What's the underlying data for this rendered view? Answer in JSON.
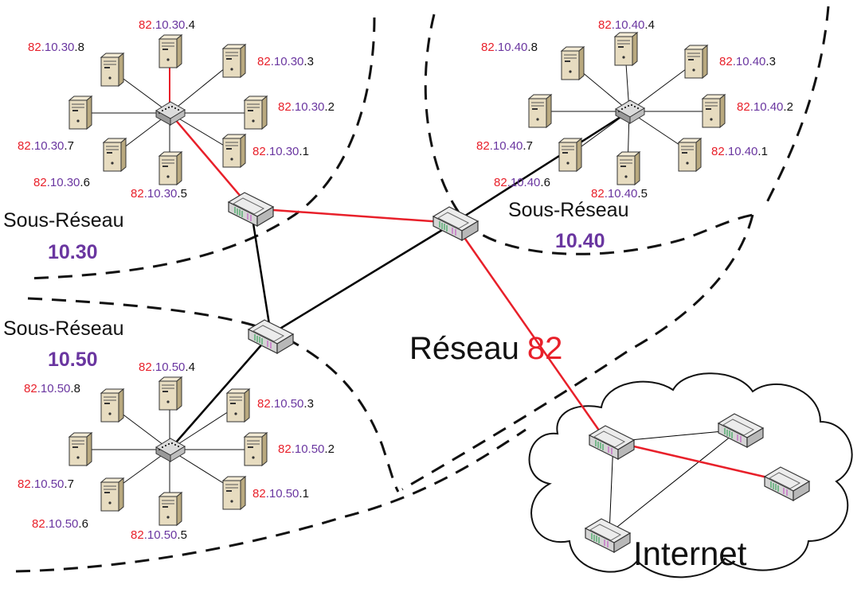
{
  "colors": {
    "network_part": "#e8202a",
    "subnet_part": "#6a36a0",
    "host_part": "#111111",
    "red_link": "#e8202a",
    "black_link": "#000000",
    "server_body": "#e7dcc0",
    "server_side": "#b9a97f"
  },
  "network": {
    "title": "Réseau",
    "number": "82",
    "internet_label": "Internet"
  },
  "subnets": [
    {
      "id": "s30",
      "title": "Sous-Réseau",
      "label": "10.30",
      "hosts": [
        {
          "net": "82",
          "sub": ".10.30",
          "host": ".1"
        },
        {
          "net": "82",
          "sub": ".10.30",
          "host": ".2"
        },
        {
          "net": "82",
          "sub": ".10.30",
          "host": ".3"
        },
        {
          "net": "82",
          "sub": ".10.30",
          "host": ".4"
        },
        {
          "net": "82",
          "sub": ".10.30",
          "host": ".5"
        },
        {
          "net": "82",
          "sub": ".10.30",
          "host": ".6"
        },
        {
          "net": "82",
          "sub": ".10.30",
          "host": ".7"
        },
        {
          "net": "82",
          "sub": ".10.30",
          "host": ".8"
        }
      ]
    },
    {
      "id": "s40",
      "title": "Sous-Réseau",
      "label": "10.40",
      "hosts": [
        {
          "net": "82",
          "sub": ".10.40",
          "host": ".1"
        },
        {
          "net": "82",
          "sub": ".10.40",
          "host": ".2"
        },
        {
          "net": "82",
          "sub": ".10.40",
          "host": ".3"
        },
        {
          "net": "82",
          "sub": ".10.40",
          "host": ".4"
        },
        {
          "net": "82",
          "sub": ".10.40",
          "host": ".5"
        },
        {
          "net": "82",
          "sub": ".10.40",
          "host": ".6"
        },
        {
          "net": "82",
          "sub": ".10.40",
          "host": ".7"
        },
        {
          "net": "82",
          "sub": ".10.40",
          "host": ".8"
        }
      ]
    },
    {
      "id": "s50",
      "title": "Sous-Réseau",
      "label": "10.50",
      "hosts": [
        {
          "net": "82",
          "sub": ".10.50",
          "host": ".1"
        },
        {
          "net": "82",
          "sub": ".10.50",
          "host": ".2"
        },
        {
          "net": "82",
          "sub": ".10.50",
          "host": ".3"
        },
        {
          "net": "82",
          "sub": ".10.50",
          "host": ".4"
        },
        {
          "net": "82",
          "sub": ".10.50",
          "host": ".5"
        },
        {
          "net": "82",
          "sub": ".10.50",
          "host": ".6"
        },
        {
          "net": "82",
          "sub": ".10.50",
          "host": ".7"
        },
        {
          "net": "82",
          "sub": ".10.50",
          "host": ".8"
        }
      ]
    }
  ],
  "icons": {
    "server": "server-icon",
    "switch": "switch-icon",
    "router": "router-icon",
    "cloud": "cloud-icon"
  }
}
